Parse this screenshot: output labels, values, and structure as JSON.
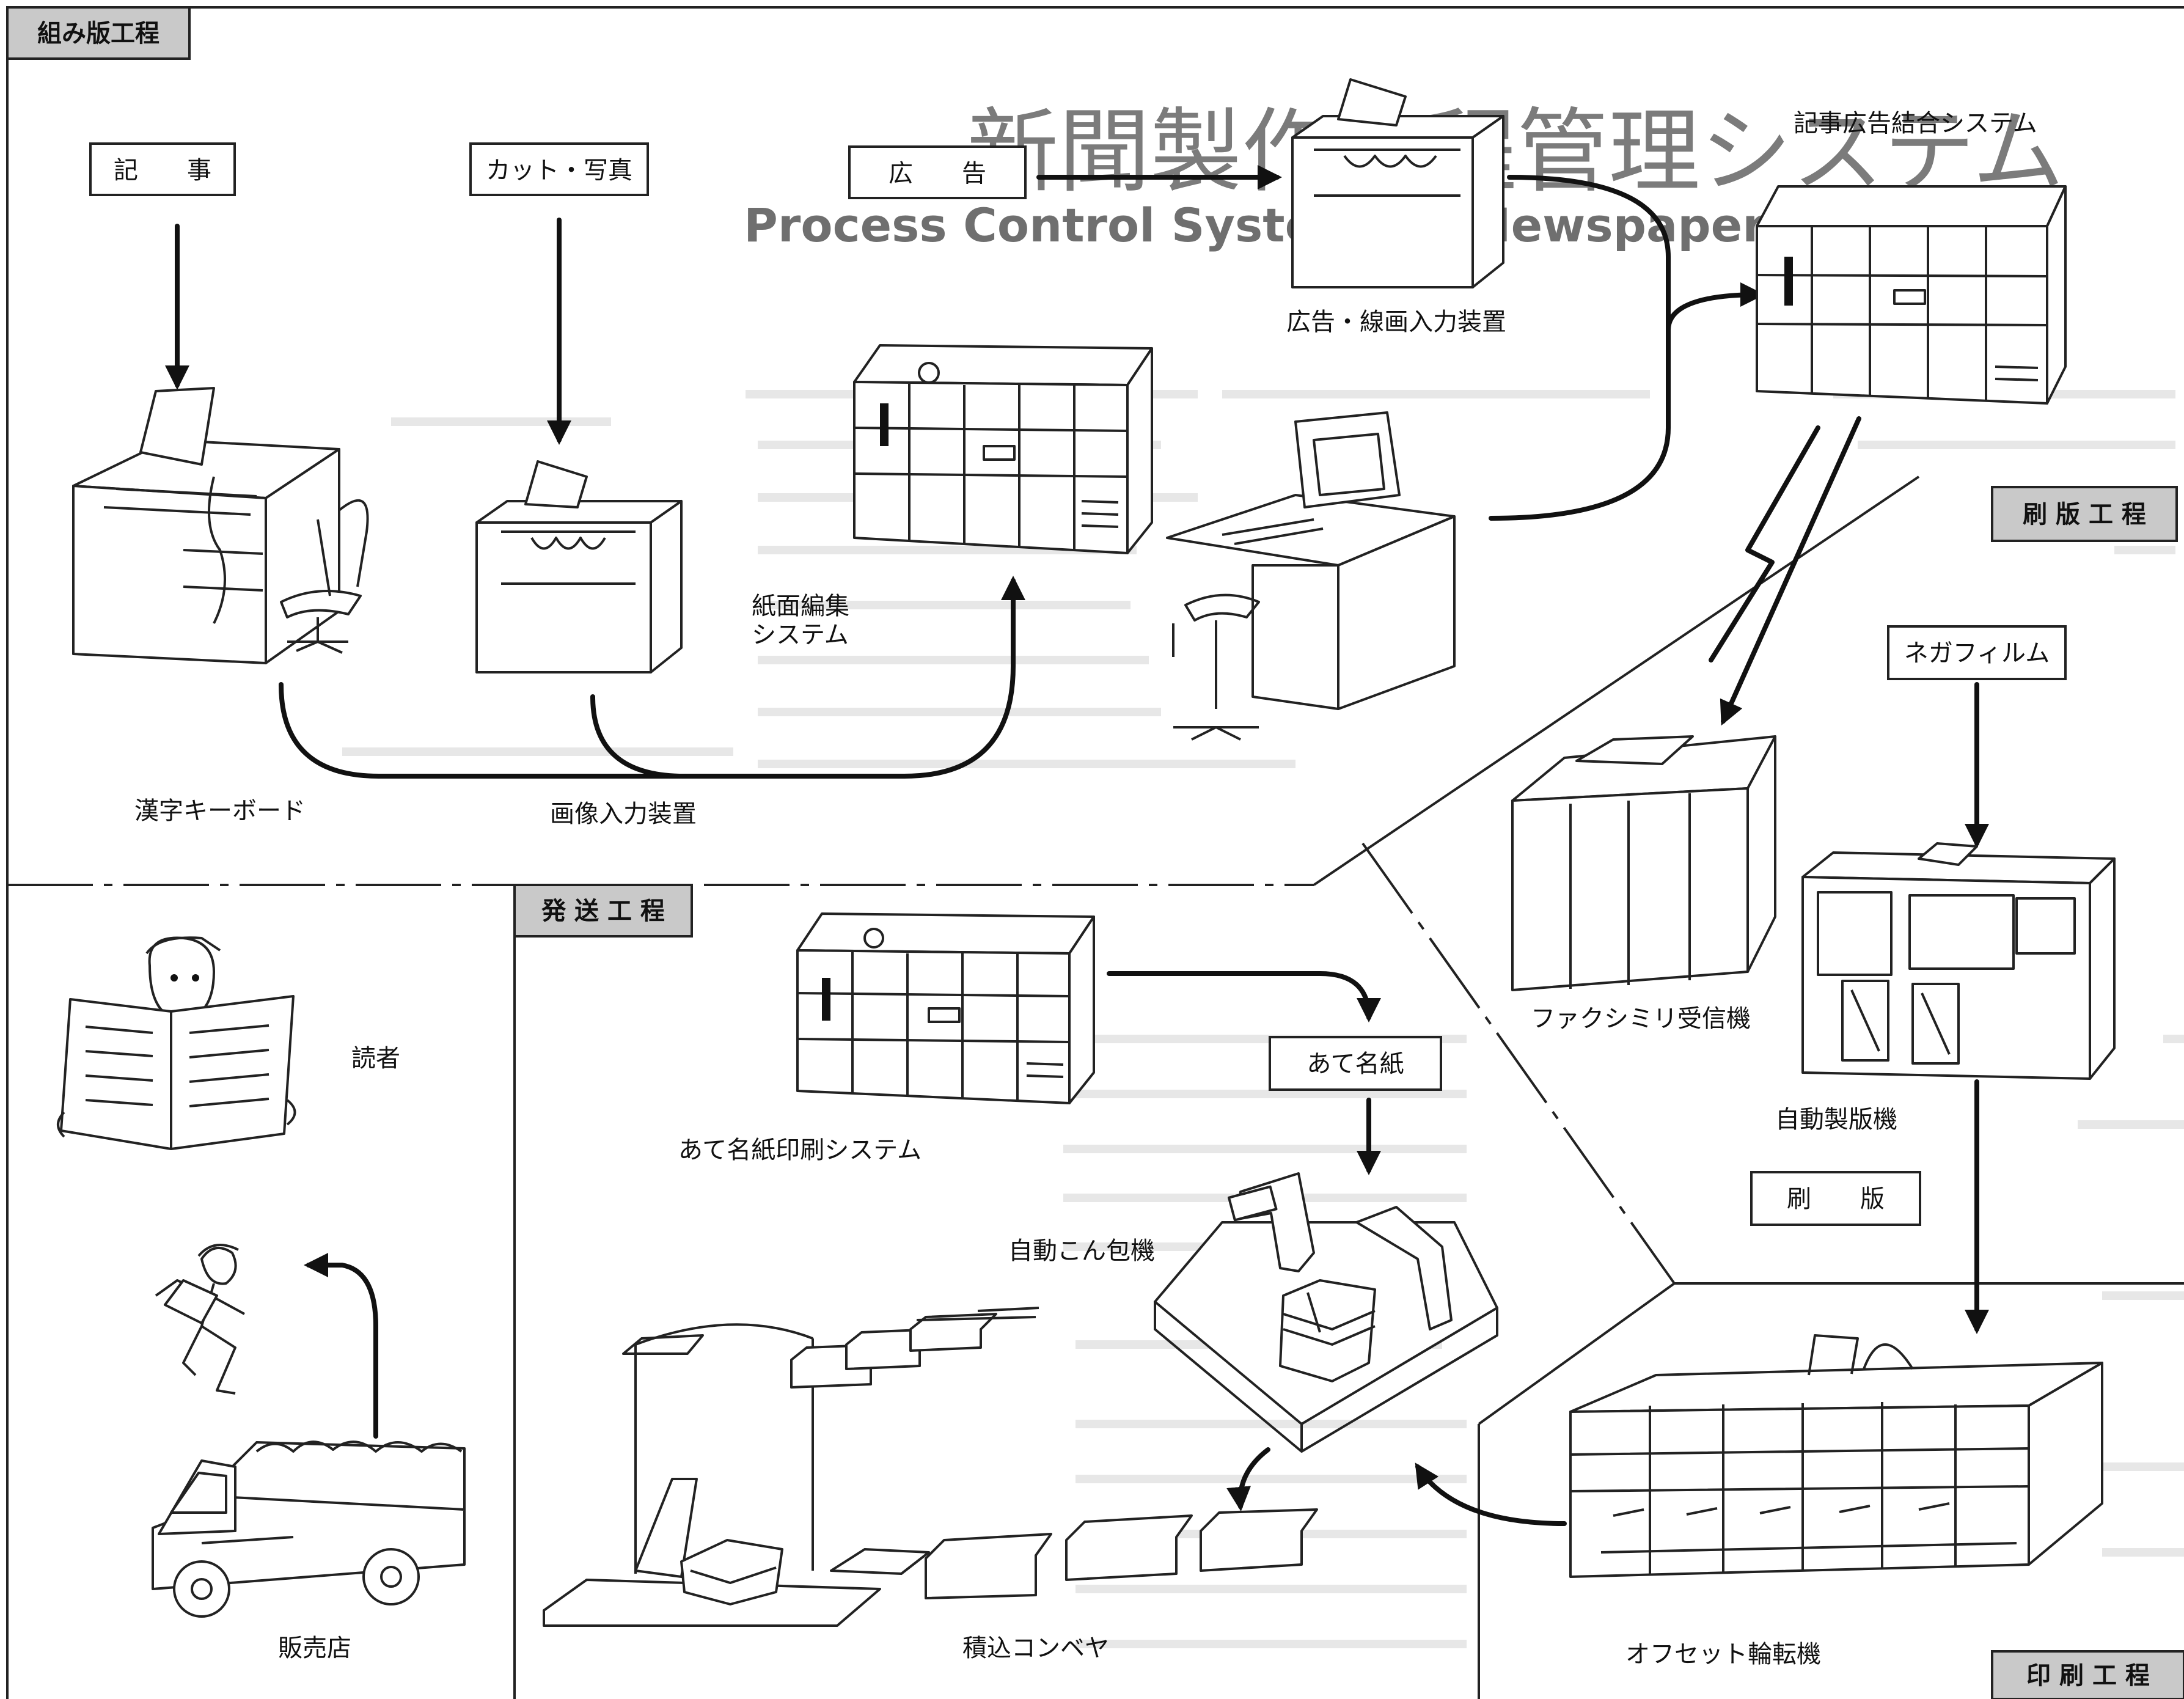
{
  "sections": {
    "typesetting": "組み版工程",
    "platemaking": "刷 版 工 程",
    "shipping": "発 送 工 程",
    "printing": "印 刷 工 程"
  },
  "inputs": {
    "article": "記　　事",
    "cut_photo": "カット・写真",
    "advertisement": "広　　告"
  },
  "labels": {
    "kanji_keyboard": "漢字キーボード",
    "image_input": "画像入力装置",
    "page_editing_line1": "紙面編集",
    "page_editing_line2": "システム",
    "ad_input": "広告・線画入力装置",
    "ad_combine": "記事広告結合システム",
    "negative_film": "ネガフィルム",
    "facsimile": "ファクシミリ受信機",
    "auto_platemaker": "自動製版機",
    "plate": "刷　　版",
    "offset_press": "オフセット輪転機",
    "address_label": "あて名紙",
    "address_system": "あて名紙印刷システム",
    "auto_packer": "自動こん包機",
    "conveyor": "積込コンベヤ",
    "reader": "読者",
    "dealer": "販売店"
  },
  "background_text": {
    "title": "新聞製作工程管理システム",
    "subtitle": "Process Control System for Newspaper Production"
  }
}
